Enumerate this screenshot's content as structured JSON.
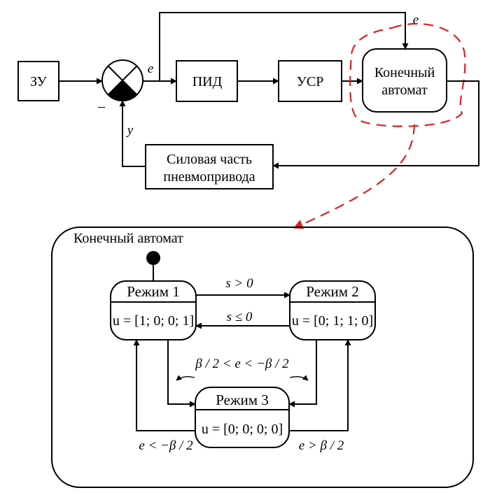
{
  "blocks": {
    "zu": "ЗУ",
    "pid": "ПИД",
    "usr": "УСР",
    "fsm_line1": "Конечный",
    "fsm_line2": "автомат",
    "plant_line1": "Силовая часть",
    "plant_line2": "пневмопривода"
  },
  "signals": {
    "e_error": "e",
    "e_top": "e",
    "y_feedback": "y",
    "minus_sign": "–"
  },
  "fsm_detail": {
    "title": "Конечный автомат",
    "states": [
      {
        "name": "Режим 1",
        "output": "u = [1; 0; 0; 1]"
      },
      {
        "name": "Режим 2",
        "output": "u = [0; 1; 1; 0]"
      },
      {
        "name": "Режим 3",
        "output": "u = [0; 0; 0; 0]"
      }
    ],
    "transitions": {
      "t12": "s > 0",
      "t21": "s ≤ 0",
      "to3": "β / 2 < e < −β / 2",
      "t31": "e < −β / 2",
      "t32": "e > β / 2"
    }
  },
  "colors": {
    "highlight": "#e02020",
    "line": "#000000"
  }
}
